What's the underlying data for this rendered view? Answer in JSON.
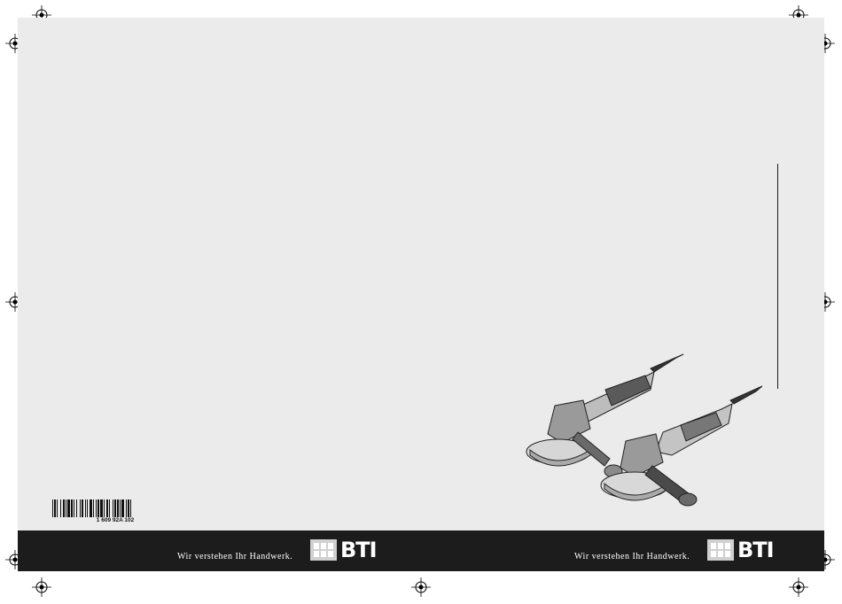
{
  "page": {
    "part_number": "1 609 92A 102",
    "slogan_left": "Wir verstehen Ihr Handwerk.",
    "slogan_right": "Wir verstehen Ihr Handwerk.",
    "brand_left": "BTI",
    "brand_right": "BTI"
  },
  "colors": {
    "sheet": "#ebebeb",
    "footer": "#1c1c1c",
    "text_light": "#ffffff"
  },
  "icons": {
    "registration": "registration-mark-icon",
    "product": "angle-grinder-illustration"
  }
}
